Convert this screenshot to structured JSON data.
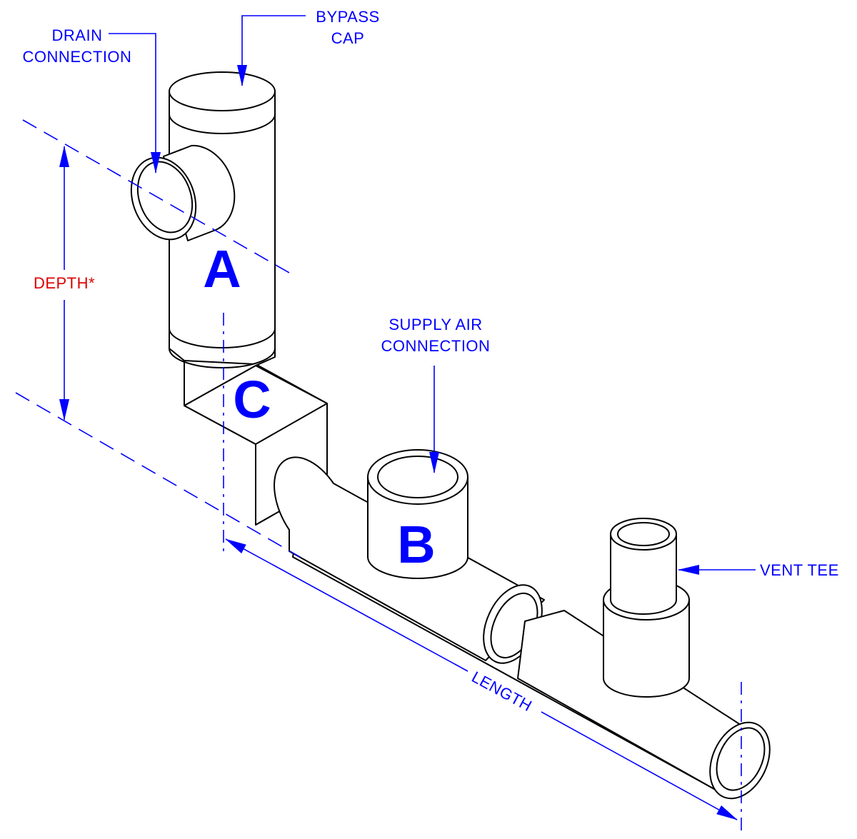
{
  "colors": {
    "annotation": "#0000ff",
    "dimension_warning": "#dd0000",
    "outline": "#000000",
    "background": "#ffffff"
  },
  "labels": {
    "drain_line1": "DRAIN",
    "drain_line2": "CONNECTION",
    "bypass_line1": "BYPASS",
    "bypass_line2": "CAP",
    "supply_line1": "SUPPLY AIR",
    "supply_line2": "CONNECTION",
    "vent_tee": "VENT TEE",
    "depth": "DEPTH*",
    "length": "LENGTH"
  },
  "components": {
    "a": "A",
    "b": "B",
    "c": "C"
  }
}
